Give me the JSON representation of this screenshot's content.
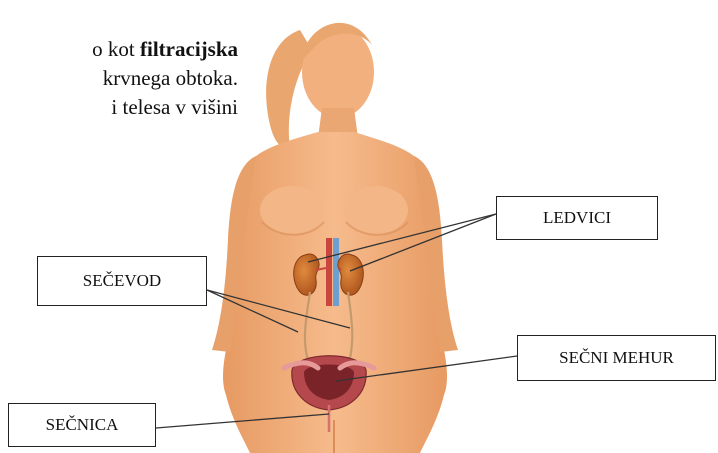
{
  "intro_text": {
    "line1_pre": "o kot ",
    "line1_bold": "filtracijska",
    "line2": "krvnega obtoka.",
    "line3": "i telesa v višini"
  },
  "labels": {
    "ledvici": "LEDVICI",
    "secevod": "SEČEVOD",
    "secni_mehur": "SEČNI MEHUR",
    "secnica": "SEČNICA"
  },
  "colors": {
    "skin": "#f2b07f",
    "skin_shadow": "#d98e5a",
    "hair": "#e9a873",
    "kidney": "#c9651f",
    "bladder": "#b5484c",
    "artery": "#c8463e",
    "vein": "#6d9fd0"
  }
}
